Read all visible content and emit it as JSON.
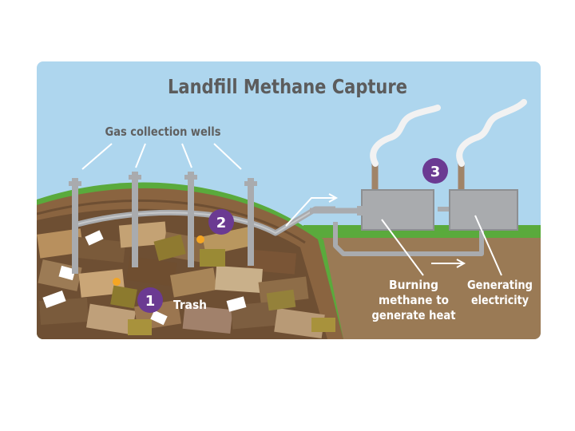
{
  "diagram": {
    "title": "Landfill Methane Capture",
    "wells_label": "Gas collection wells",
    "trash_label": "Trash",
    "burning_label": [
      "Burning",
      "methane to",
      "generate heat"
    ],
    "generating_label": [
      "Generating",
      "electricity"
    ],
    "markers": [
      "1",
      "2",
      "3"
    ]
  },
  "colors": {
    "sky": "#aed6ee",
    "grass": "#5aaa3c",
    "soil": "#9a7a55",
    "pipe": "#a9abae",
    "marker": "#6b3a92",
    "label_dark": "#606060",
    "label_light": "#ffffff"
  }
}
